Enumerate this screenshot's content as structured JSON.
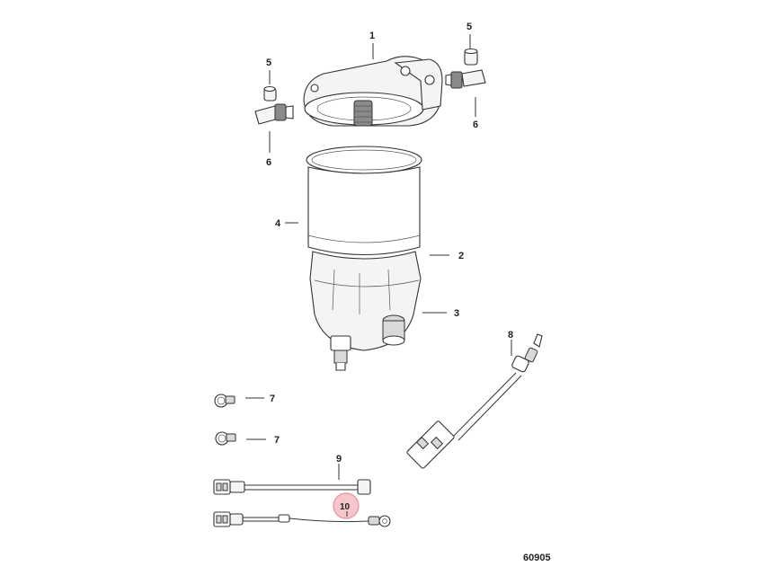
{
  "callouts": {
    "c1": "1",
    "c2": "2",
    "c3": "3",
    "c4": "4",
    "c5a": "5",
    "c5b": "5",
    "c6a": "6",
    "c6b": "6",
    "c7a": "7",
    "c7b": "7",
    "c8": "8",
    "c9": "9",
    "c10": "10"
  },
  "figure_number": "60905",
  "colors": {
    "highlight_fill": "#f7c6cc",
    "highlight_stroke": "#e88f9b",
    "line": "#333333"
  }
}
